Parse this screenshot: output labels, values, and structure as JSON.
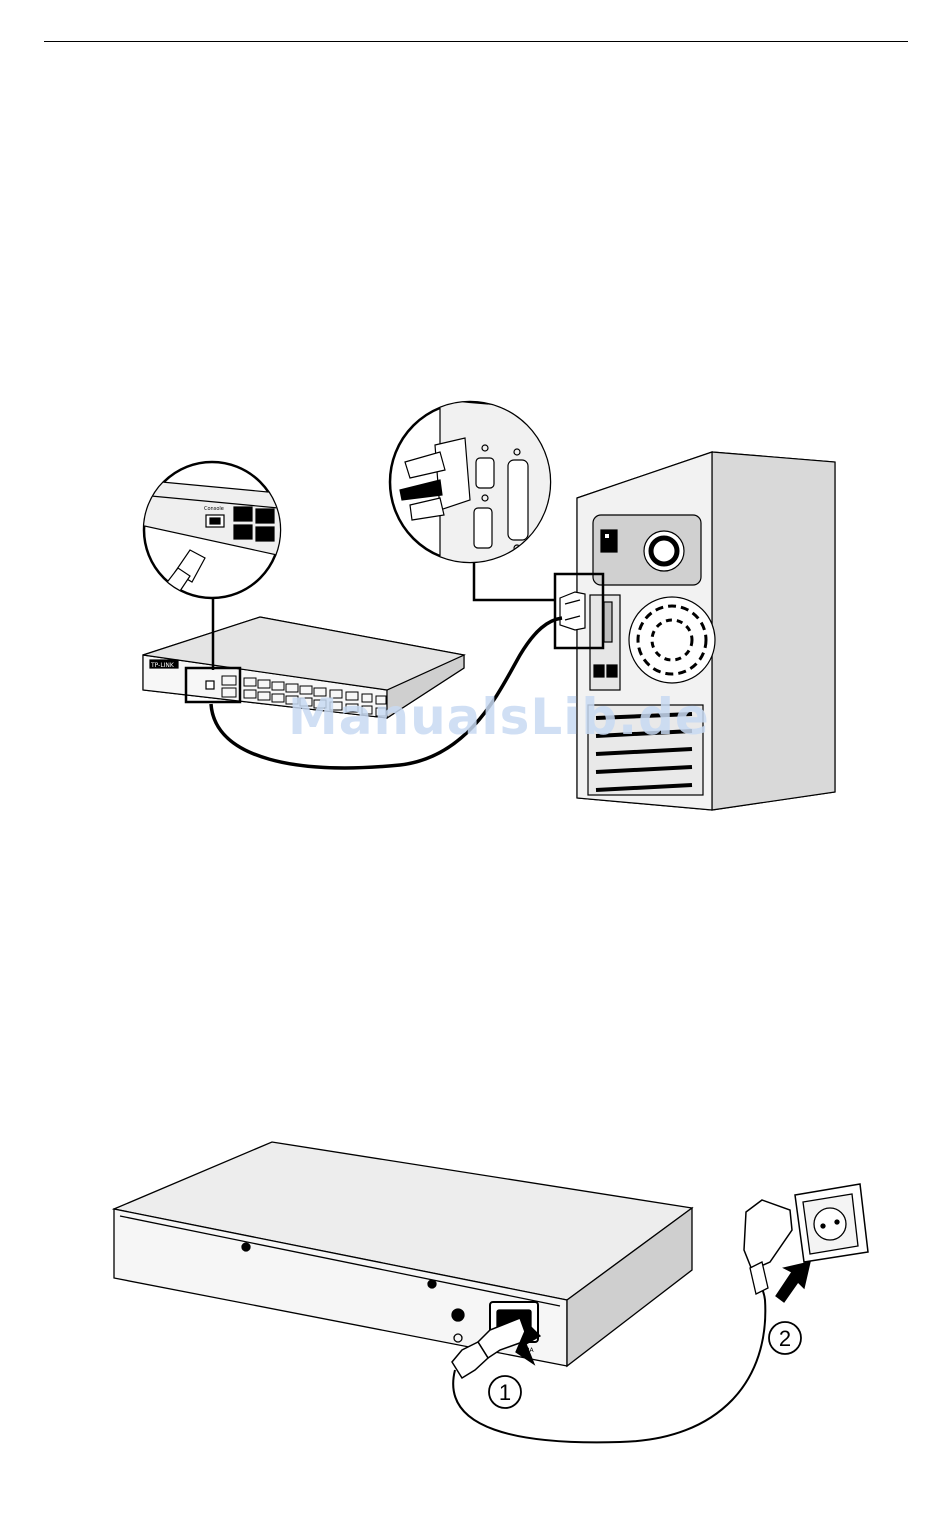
{
  "page": {
    "watermark": "ManualsLib.de"
  },
  "console_figure": {
    "switch_logo": "TP-LINK",
    "console_port_caption": "Console"
  },
  "power_figure": {
    "rating_text": "0.3A",
    "step_1": "1",
    "step_2": "2"
  }
}
